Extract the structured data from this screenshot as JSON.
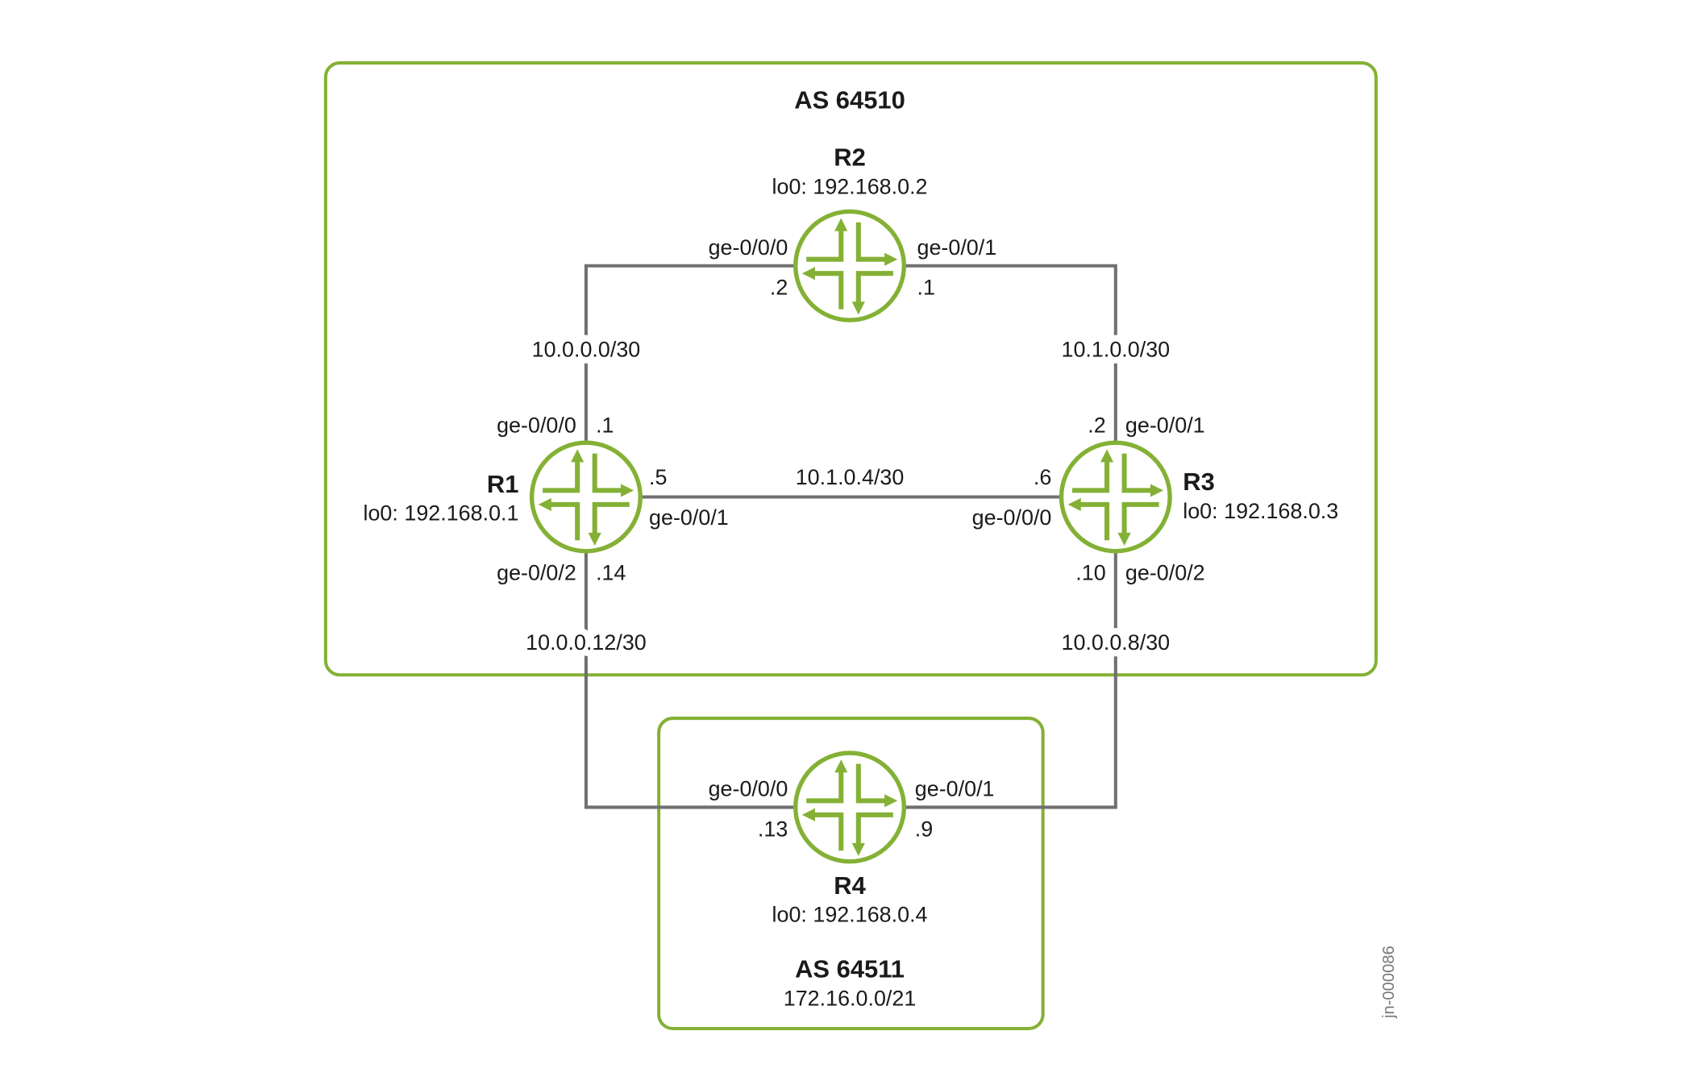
{
  "colors": {
    "accent": "#84b135",
    "link": "#707070"
  },
  "as_main": {
    "label": "AS 64510"
  },
  "as_stub": {
    "label": "AS 64511",
    "prefix": "172.16.0.0/21"
  },
  "routers": {
    "r1": {
      "name": "R1",
      "lo0": "lo0: 192.168.0.1",
      "ge0": "ge-0/0/0",
      "ip0": ".1",
      "ge1": "ge-0/0/1",
      "ip1": ".5",
      "ge2": "ge-0/0/2",
      "ip2": ".14"
    },
    "r2": {
      "name": "R2",
      "lo0": "lo0: 192.168.0.2",
      "ge0": "ge-0/0/0",
      "ip0": ".2",
      "ge1": "ge-0/0/1",
      "ip1": ".1"
    },
    "r3": {
      "name": "R3",
      "lo0": "lo0: 192.168.0.3",
      "ge0": "ge-0/0/0",
      "ip0": ".6",
      "ge1": "ge-0/0/1",
      "ip1": ".2",
      "ge2": "ge-0/0/2",
      "ip2": ".10"
    },
    "r4": {
      "name": "R4",
      "lo0": "lo0: 192.168.0.4",
      "ge0": "ge-0/0/0",
      "ip0": ".13",
      "ge1": "ge-0/0/1",
      "ip1": ".9"
    }
  },
  "subnets": {
    "r1_r2": "10.0.0.0/30",
    "r2_r3": "10.1.0.0/30",
    "r1_r3": "10.1.0.4/30",
    "r1_r4": "10.0.0.12/30",
    "r3_r4": "10.0.0.8/30"
  },
  "watermark": "jn-000086"
}
